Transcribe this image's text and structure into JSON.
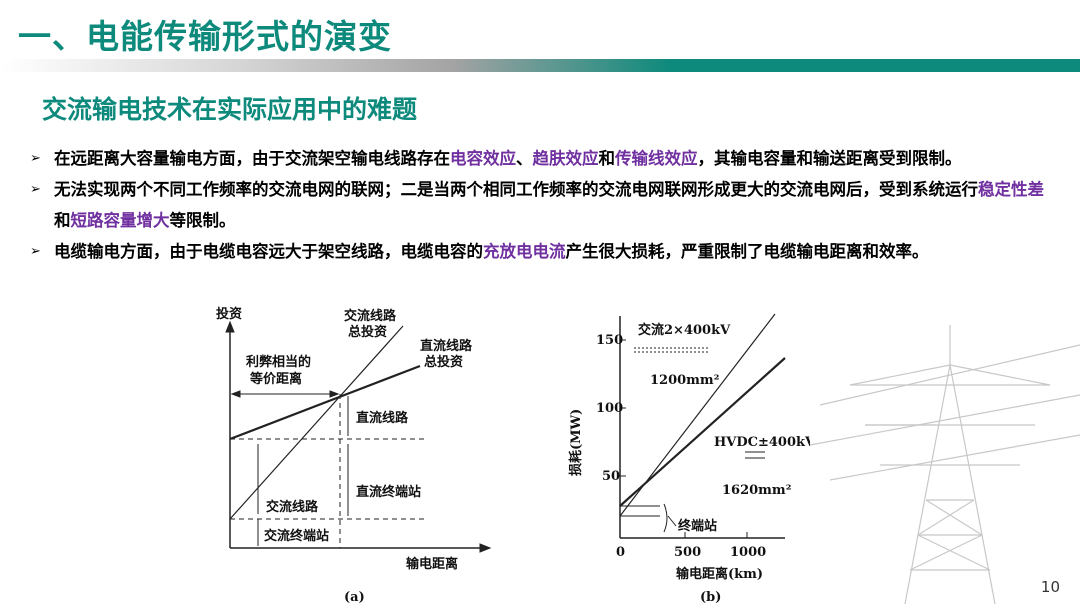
{
  "title": "一、电能传输形式的演变",
  "subtitle": "交流输电技术在实际应用中的难题",
  "bullets": [
    {
      "parts": [
        {
          "text": "在远距离大容量输电方面，由于交流架空输电线路存在"
        },
        {
          "text": "电容效应",
          "hl": true
        },
        {
          "text": "、"
        },
        {
          "text": "趋肤效应",
          "hl": true
        },
        {
          "text": "和"
        },
        {
          "text": "传输线效应",
          "hl": true
        },
        {
          "text": "，其输电容量和输送距离受到限制。"
        }
      ]
    },
    {
      "parts": [
        {
          "text": "无法实现两个不同工作频率的交流电网的联网；二是当两个相同工作频率的交流电网联网形成更大的交流电网后，受到系统运行"
        },
        {
          "text": "稳定性差",
          "hl": true
        },
        {
          "text": "和"
        },
        {
          "text": "短路容量增大",
          "hl": true
        },
        {
          "text": "等限制。"
        }
      ]
    },
    {
      "parts": [
        {
          "text": "电缆输电方面，由于电缆电容远大于架空线路，电缆电容的"
        },
        {
          "text": "充放电电流",
          "hl": true
        },
        {
          "text": "产生很大损耗，严重限制了电缆输电距离和效率。"
        }
      ]
    }
  ],
  "figure_a": {
    "y_axis": "投资",
    "x_axis": "输电距离",
    "ac_total": [
      "交流线路",
      "总投资"
    ],
    "dc_total": [
      "直流线路",
      "总投资"
    ],
    "breakeven": [
      "利弊相当的",
      "等价距离"
    ],
    "dc_line": "直流线路",
    "dc_terminal": "直流终端站",
    "ac_line": "交流线路",
    "ac_terminal": "交流终端站",
    "caption": "(a)"
  },
  "figure_b": {
    "y_axis": "损耗(MW)",
    "x_axis": "输电距离(km)",
    "y_ticks": [
      "150",
      "100",
      "50"
    ],
    "x_ticks": [
      "0",
      "500",
      "1000"
    ],
    "ac_label": "交流2×400kV",
    "ac_area": "1200mm²",
    "dc_label": "HVDC±400kV",
    "dc_area": "1620mm²",
    "terminal": "终端站",
    "caption": "(b)"
  },
  "page_number": "10",
  "colors": {
    "accent": "#0e8a7c",
    "highlight": "#7030a0"
  }
}
